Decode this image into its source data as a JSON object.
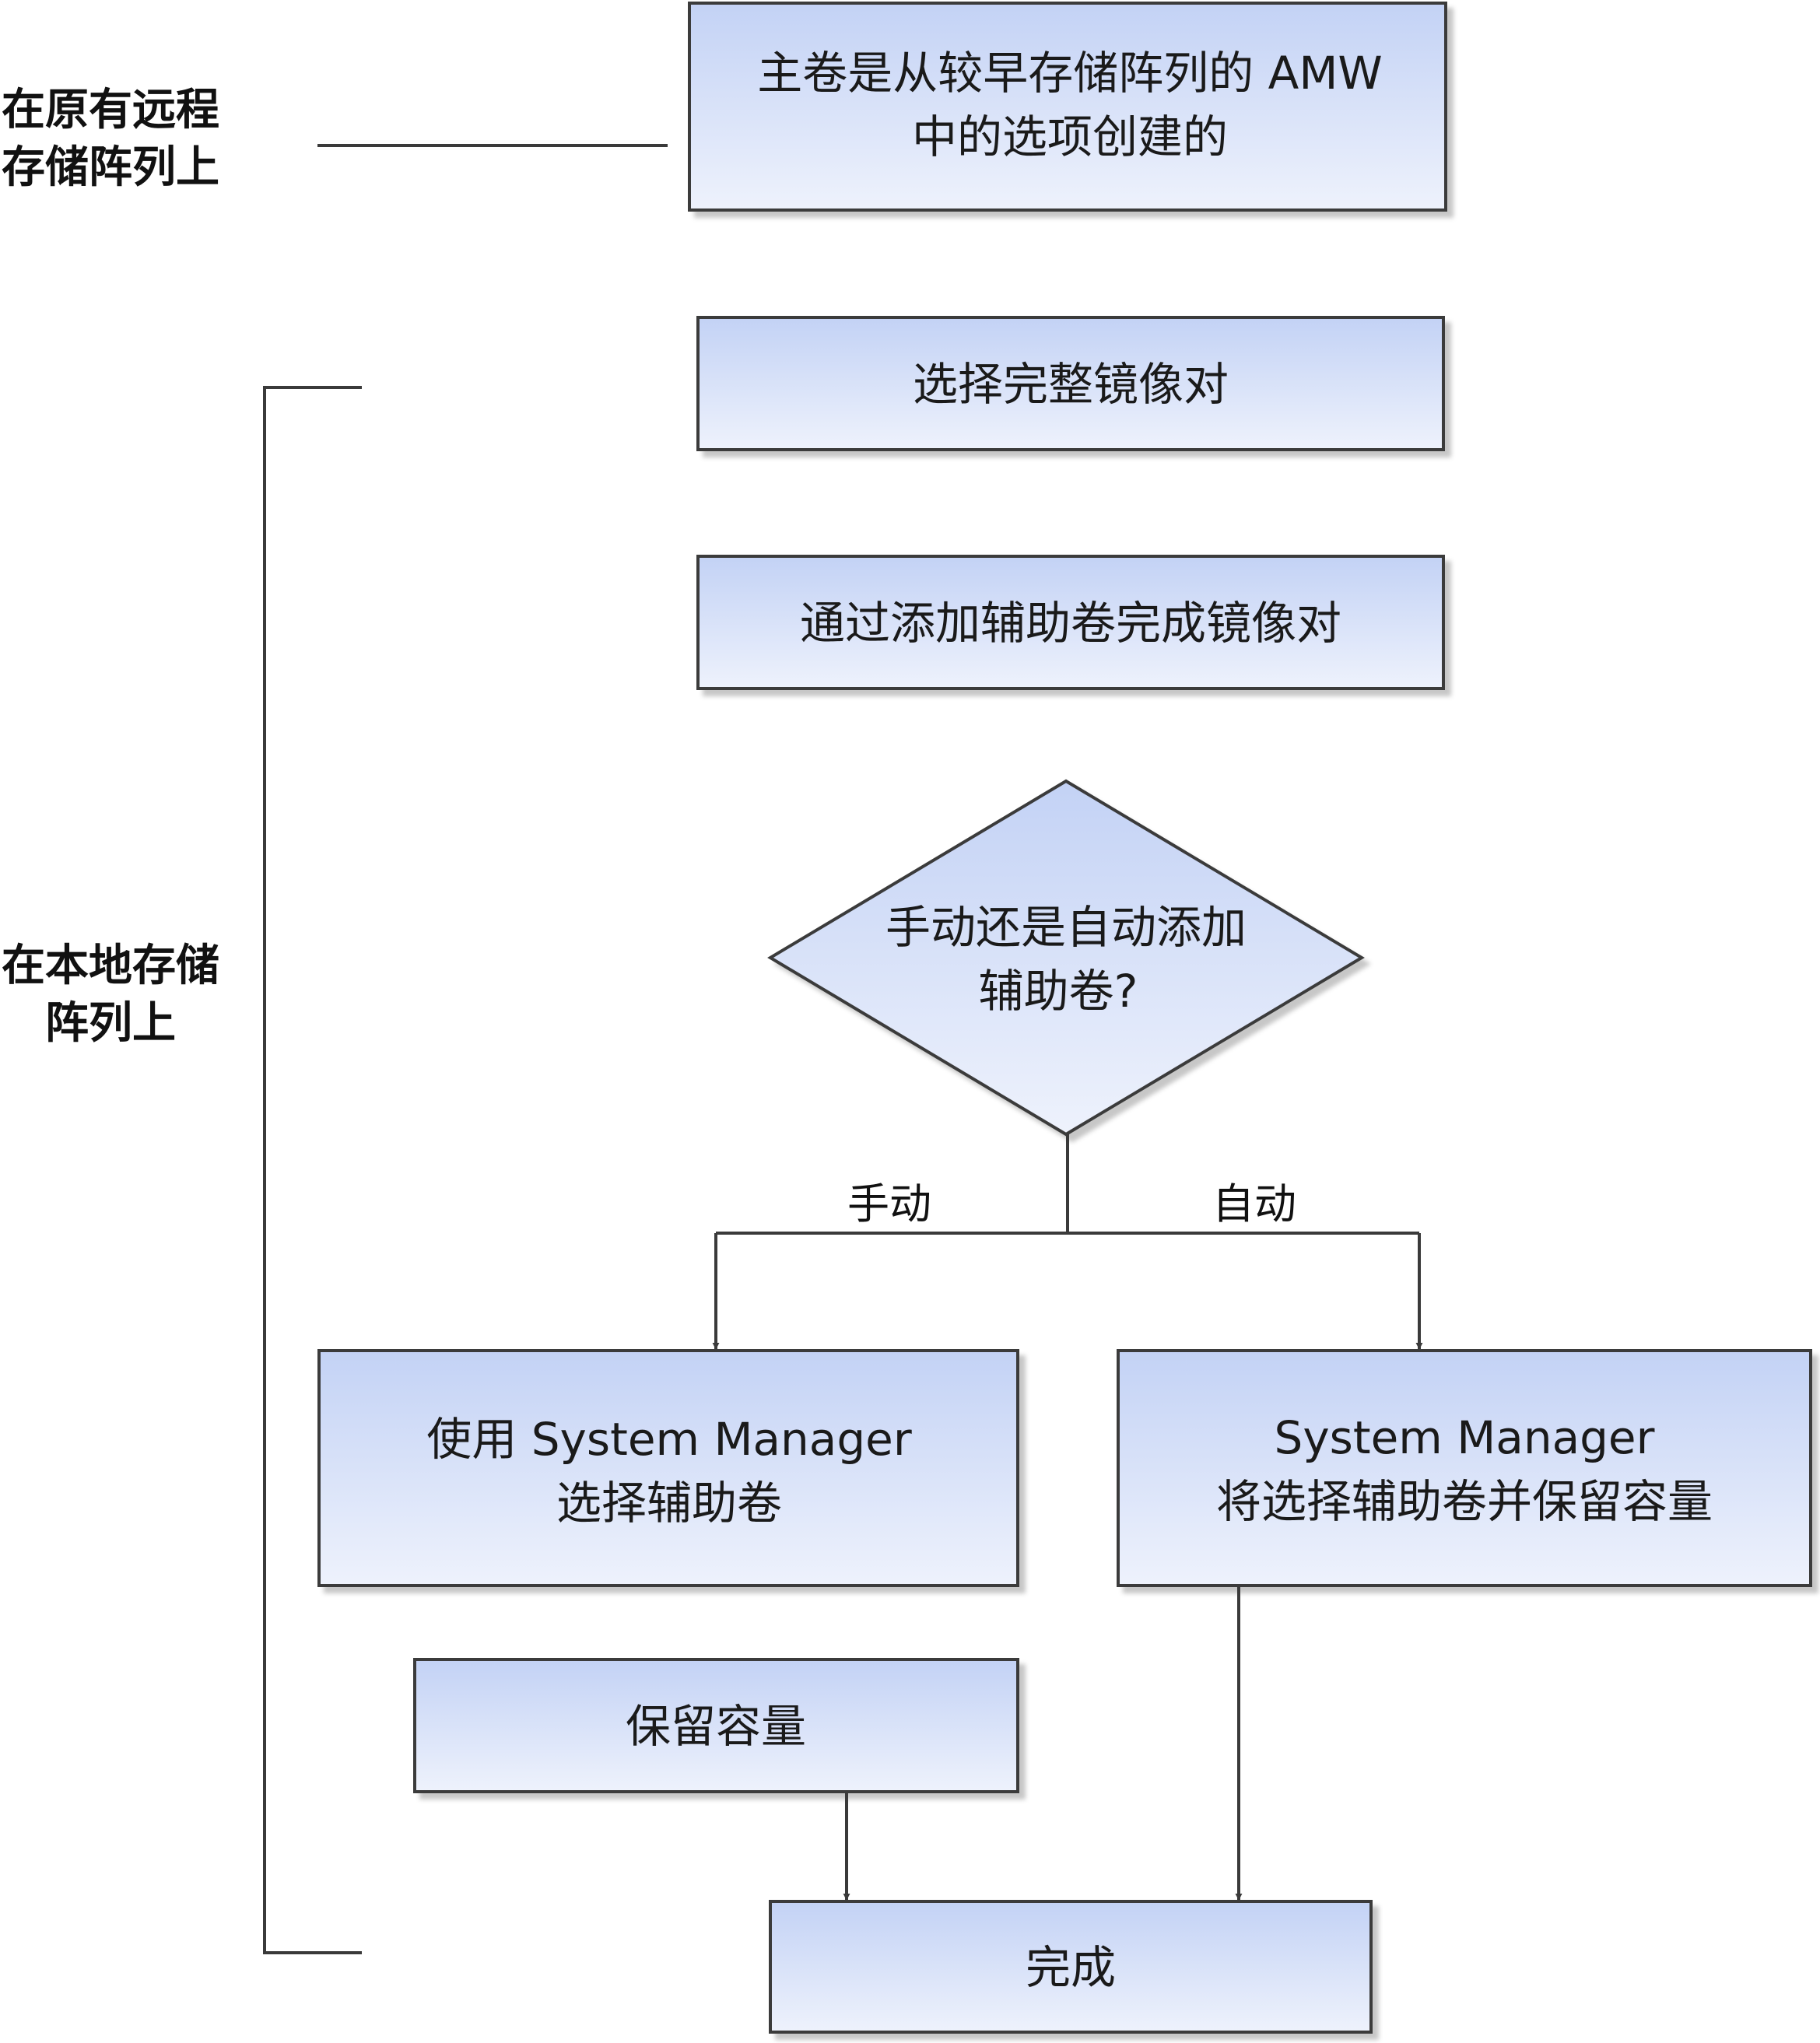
{
  "sections": {
    "remote": {
      "line1": "在原有远程",
      "line2": "存储阵列上"
    },
    "local": {
      "line1": "在本地存储",
      "line2": "阵列上"
    }
  },
  "boxes": {
    "primary_volume": {
      "line1": "主卷是从较早存储阵列的 AMW",
      "line2": "中的选项创建的"
    },
    "select_pair": {
      "line1": "选择完整镜像对"
    },
    "add_secondary": {
      "line1": "通过添加辅助卷完成镜像对"
    },
    "decision": {
      "line1": "手动还是自动添加",
      "line2": "辅助卷?"
    },
    "manual_select": {
      "line1": "使用 System Manager",
      "line2": "选择辅助卷"
    },
    "auto_select": {
      "line1": "System Manager",
      "line2": "将选择辅助卷并保留容量"
    },
    "reserve": {
      "line1": "保留容量"
    },
    "done": {
      "line1": "完成"
    }
  },
  "branches": {
    "manual": "手动",
    "auto": "自动"
  },
  "colors": {
    "box_top": "#c3d2f5",
    "box_bottom": "#eef2fc",
    "stroke": "#3a3a3a"
  }
}
